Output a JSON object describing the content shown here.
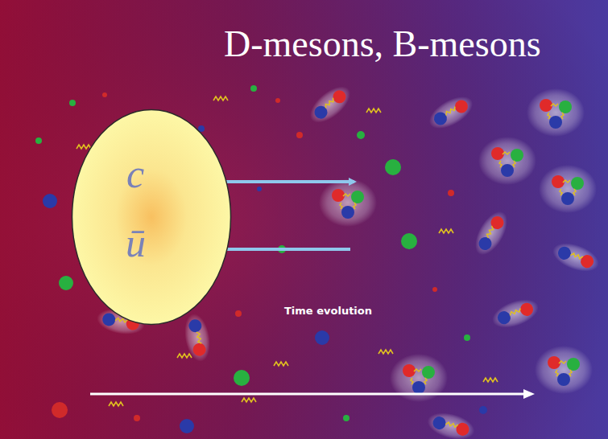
{
  "diagram": {
    "title": "D-mesons, B-mesons",
    "nodes": [
      {
        "text": [
          "c",
          "ū"
        ]
      }
    ],
    "labels": [
      "Time evolution"
    ]
  }
}
